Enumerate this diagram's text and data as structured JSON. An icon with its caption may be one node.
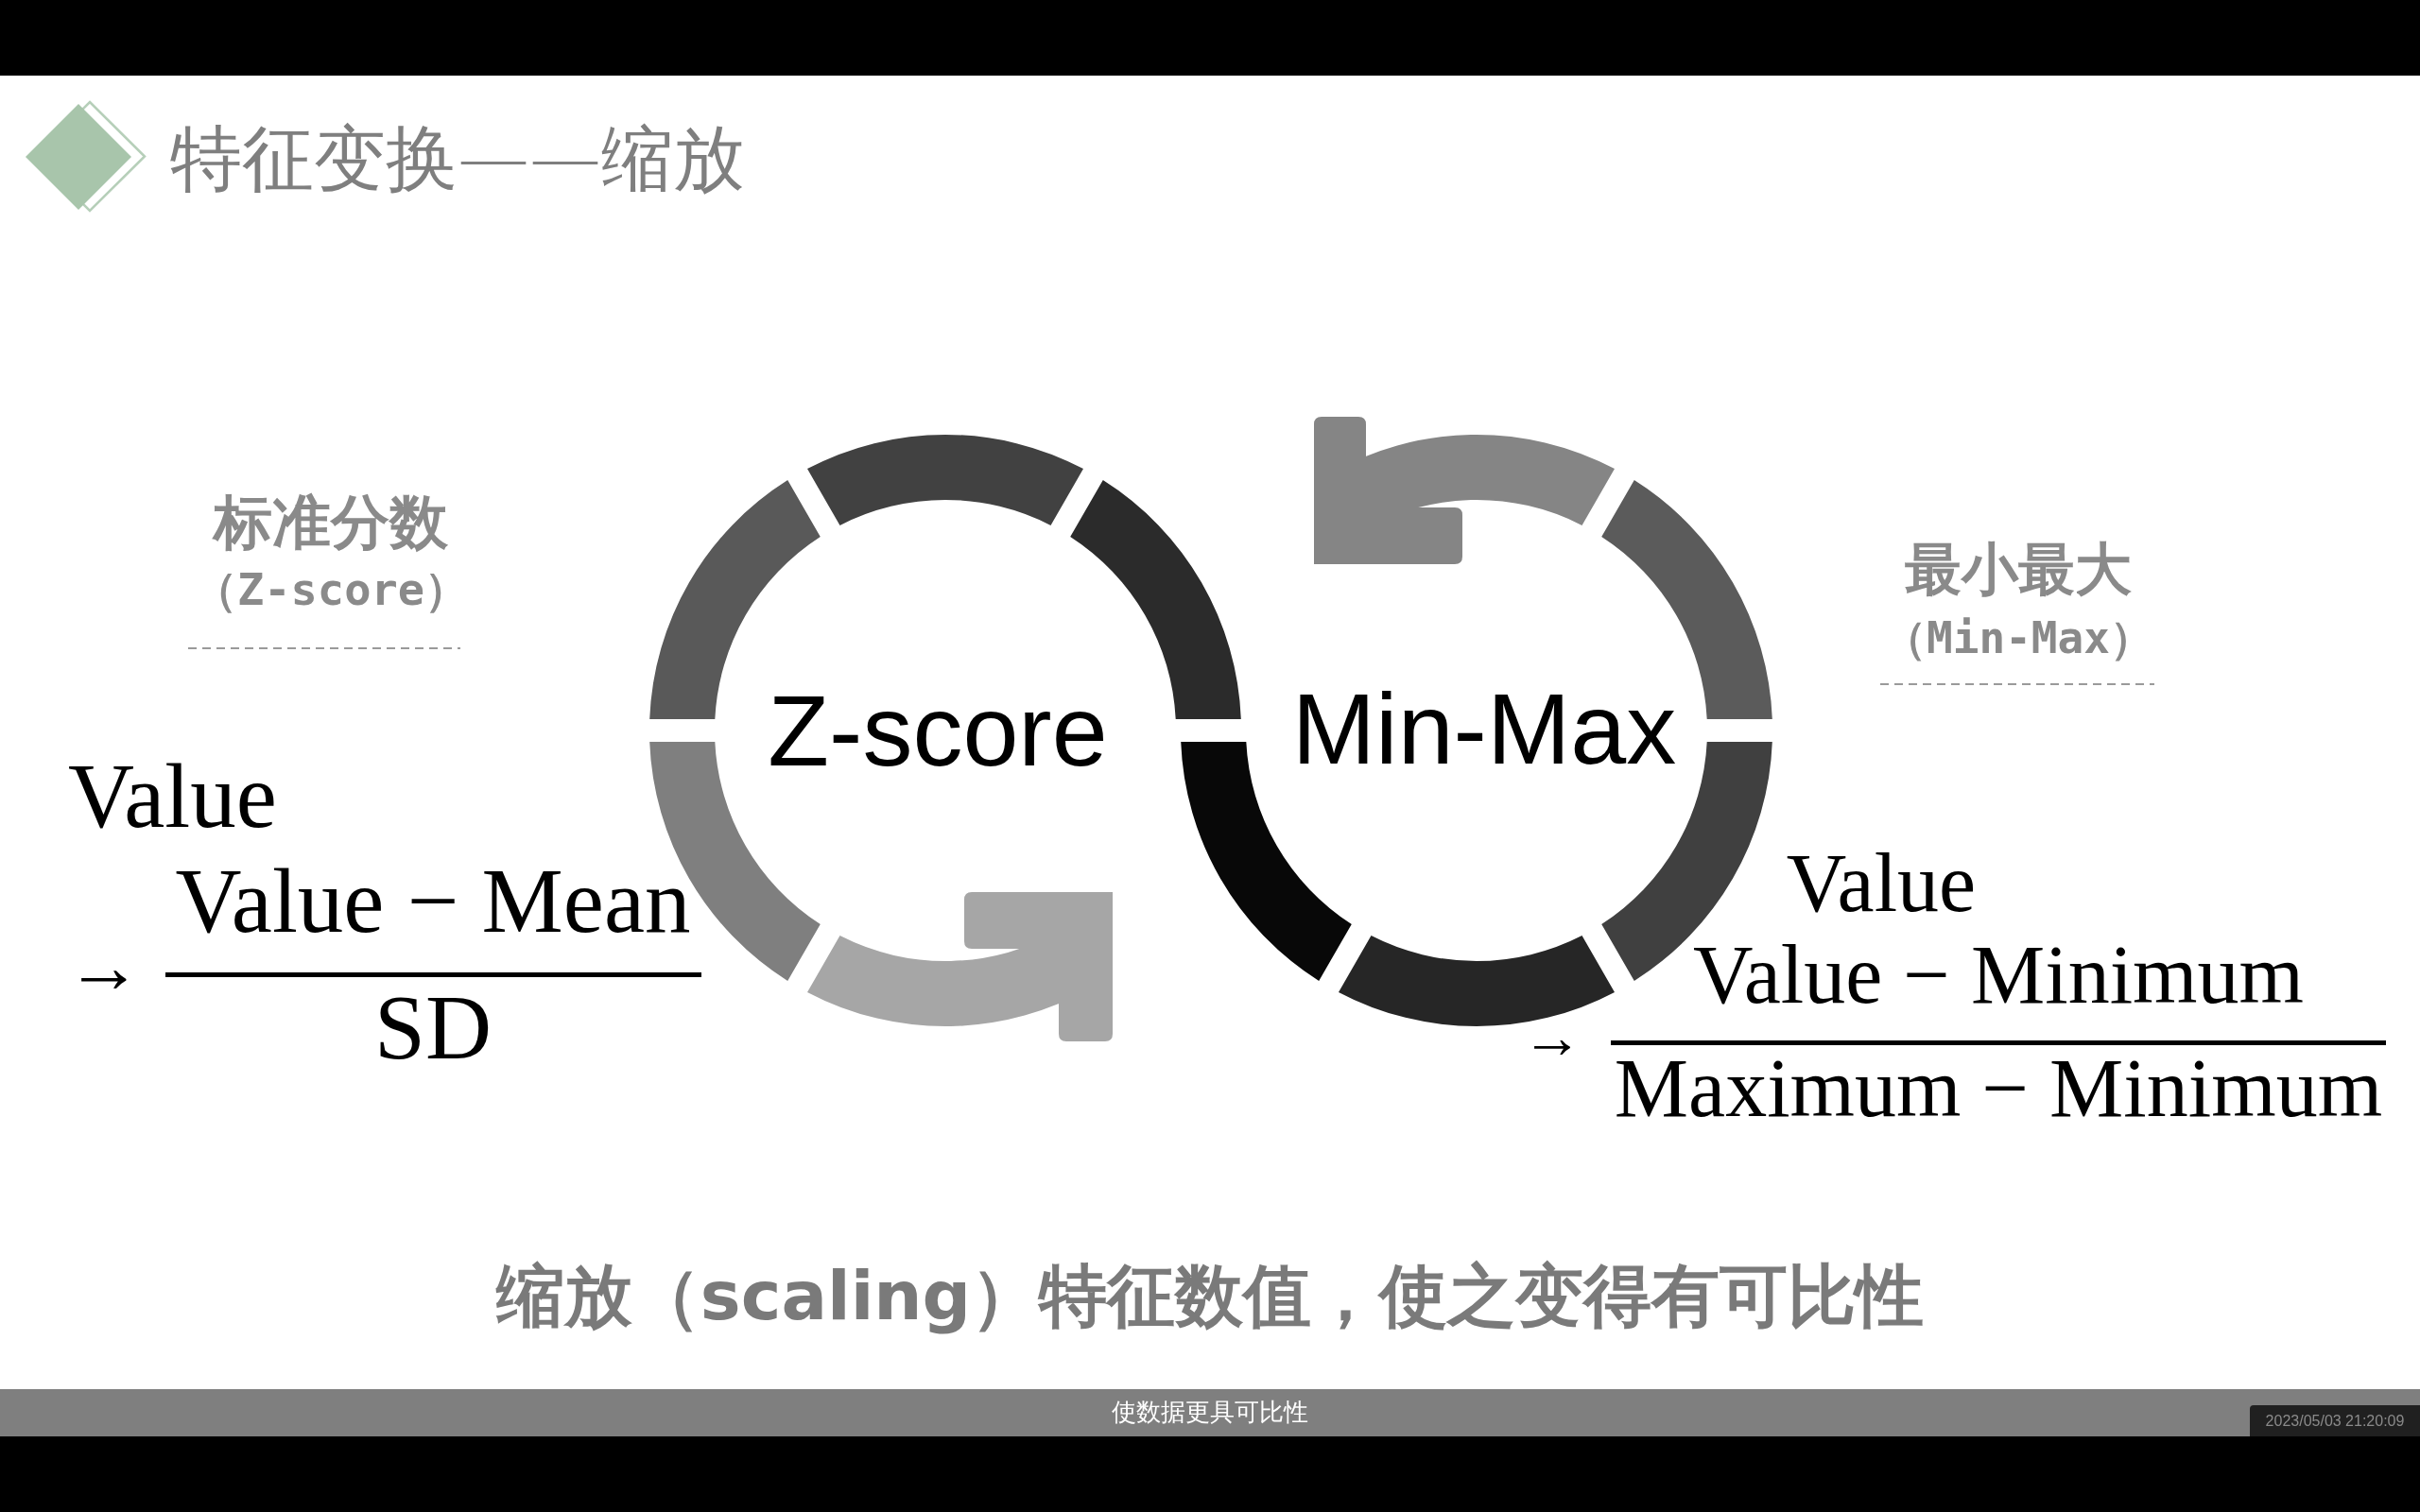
{
  "diagram": {
    "title": "特征变换——缩放",
    "caption": "缩放（scaling）特征数值，使之变得有可比性",
    "nodes": [
      {
        "text": [
          "Z-score"
        ]
      },
      {
        "text": [
          "Min-Max"
        ]
      }
    ],
    "labels": [
      "标准分数",
      "（Z-score）",
      "Value",
      "→",
      "Value − Mean",
      "SD",
      "最小最大",
      "（Min-Max）",
      "Value",
      "→",
      "Value − Minimum",
      "Maximum − Minimum",
      "使数据更具可比性",
      "2023/05/03 21:20:09"
    ]
  }
}
